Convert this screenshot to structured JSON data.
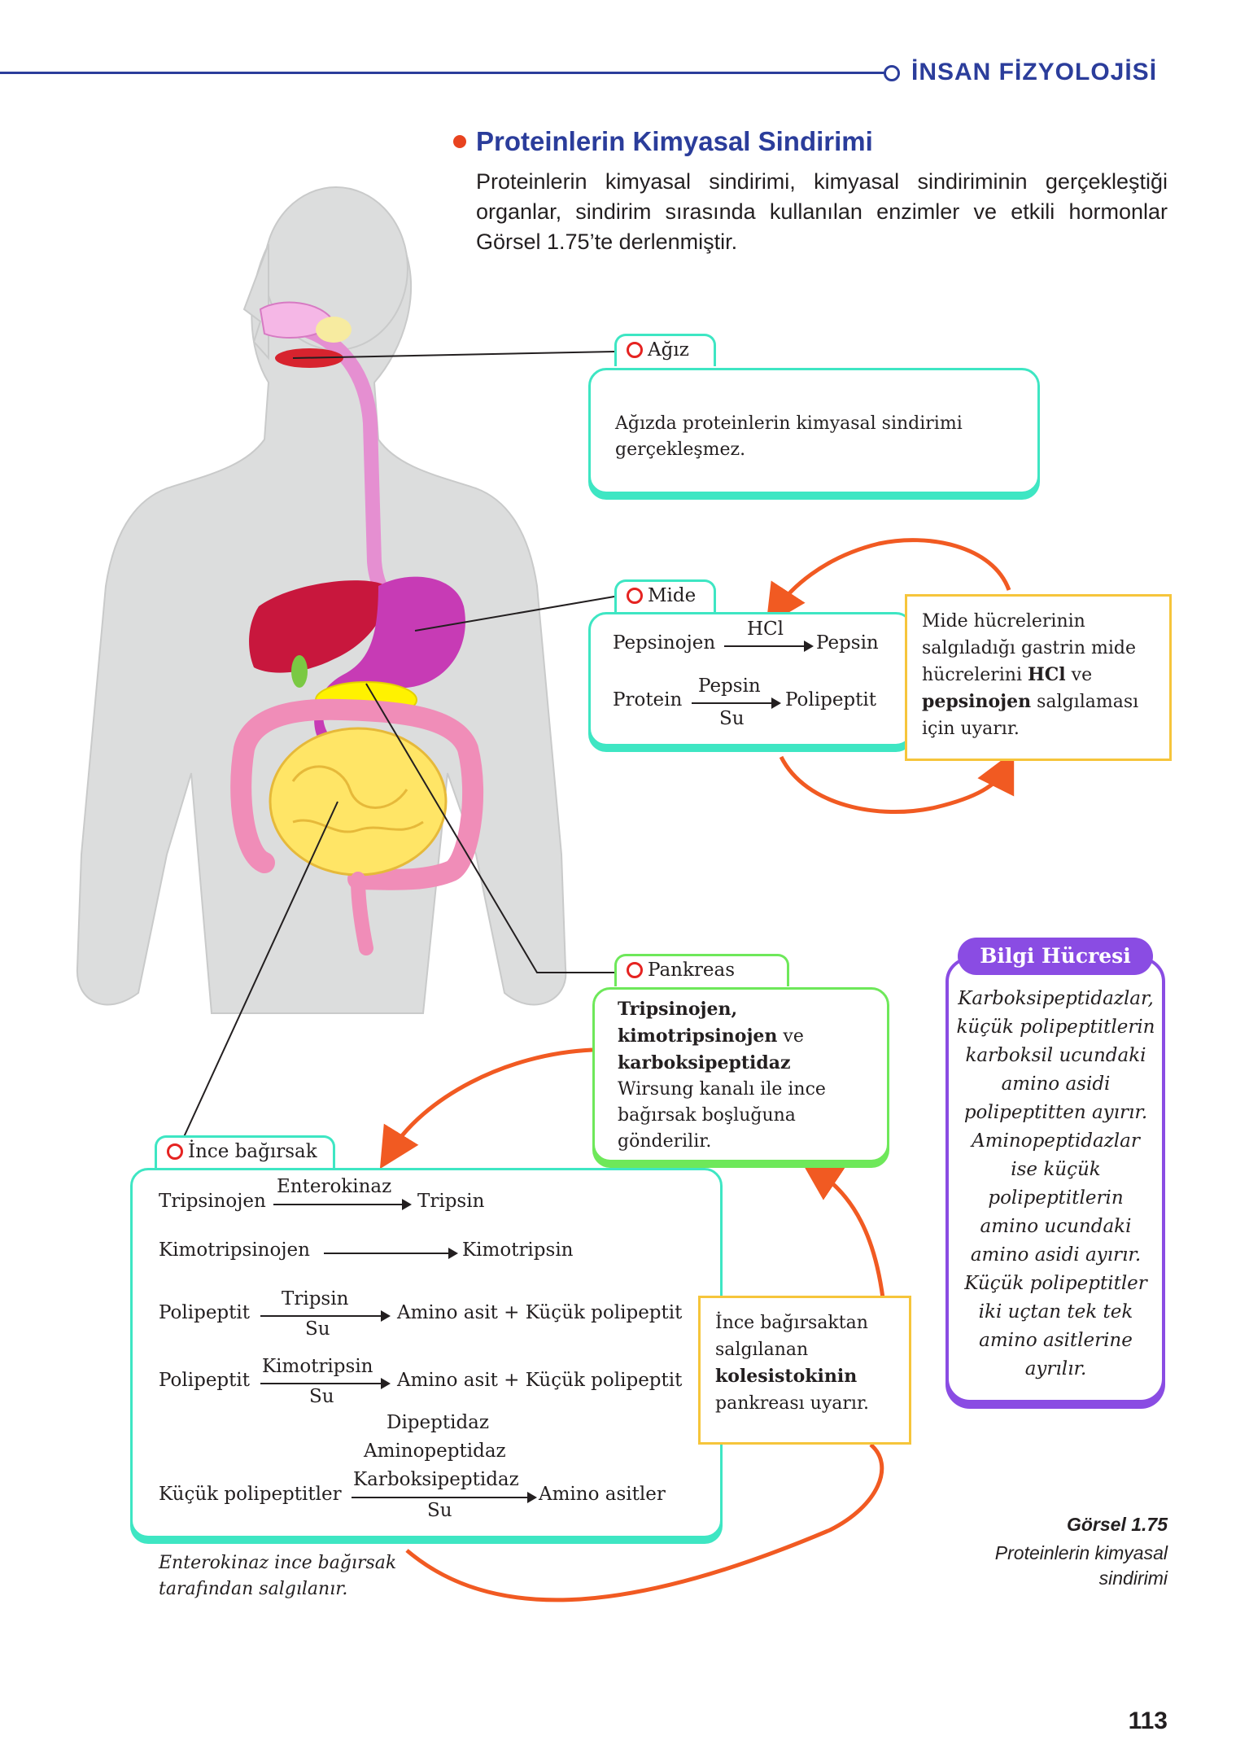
{
  "header": {
    "title": "İNSAN FİZYOLOJİSİ"
  },
  "section": {
    "title": "Proteinlerin Kimyasal Sindirimi",
    "intro": "Proteinlerin kimyasal sindirimi, kimyasal sindiriminin gerçekleştiği organlar, sindirim sırasında kullanılan enzimler ve etkili hormonlar Görsel 1.75’te derlenmiştir."
  },
  "mouth": {
    "label": "Ağız",
    "text": "Ağızda proteinlerin kimyasal sindirimi gerçekleşmez."
  },
  "stomach": {
    "label": "Mide",
    "r1": {
      "left": "Pepsinojen",
      "top": "HCl",
      "right": "Pepsin"
    },
    "r2": {
      "left": "Protein",
      "top": "Pepsin",
      "bottom": "Su",
      "right": "Polipeptit"
    },
    "note_p1": "Mide hücrelerinin salgıladığı gastrin mide hücrelerini ",
    "note_b1": "HCl",
    "note_p2": " ve ",
    "note_b2": "pepsinojen",
    "note_p3": " salgılaması için uyarır."
  },
  "pancreas": {
    "label": "Pankreas",
    "b1": "Tripsinojen,",
    "b2": "kimotripsinojen",
    "p1": " ve",
    "b3": "karboksipeptidaz",
    "p2": "Wirsung kanalı ile ince bağırsak boşluğuna gönderilir."
  },
  "intestine": {
    "label": "İnce bağırsak",
    "r1": {
      "left": "Tripsinojen",
      "top": "Enterokinaz",
      "right": "Tripsin"
    },
    "r2": {
      "left": "Kimotripsinojen",
      "right": "Kimotripsin"
    },
    "r3": {
      "left": "Polipeptit",
      "top": "Tripsin",
      "bottom": "Su",
      "right": "Amino asit + Küçük polipeptit"
    },
    "r4": {
      "left": "Polipeptit",
      "top": "Kimotripsin",
      "bottom": "Su",
      "right": "Amino asit + Küçük polipeptit"
    },
    "r5": {
      "left": "Küçük polipeptitler",
      "top1": "Dipeptidaz",
      "top2": "Aminopeptidaz",
      "top3": "Karboksipeptidaz",
      "bottom": "Su",
      "right": "Amino asitler"
    },
    "note_p1": "İnce bağırsaktan salgılanan ",
    "note_b1": "kolesistokinin",
    "note_p2": " pankreası uyarır.",
    "footnote": "Enterokinaz ince bağırsak tarafından salgılanır."
  },
  "info": {
    "title": "Bilgi Hücresi",
    "text": "Karboksipeptidazlar, küçük polipeptitlerin karboksil ucundaki amino asidi polipeptitten ayırır. Aminopeptidazlar ise küçük polipeptitlerin amino ucundaki amino asidi ayırır. Küçük polipeptitler iki uçtan tek tek amino asitlerine ayrılır."
  },
  "caption": {
    "title": "Görsel 1.75",
    "text": "Proteinlerin kimyasal sindirimi"
  },
  "page_number": "113"
}
